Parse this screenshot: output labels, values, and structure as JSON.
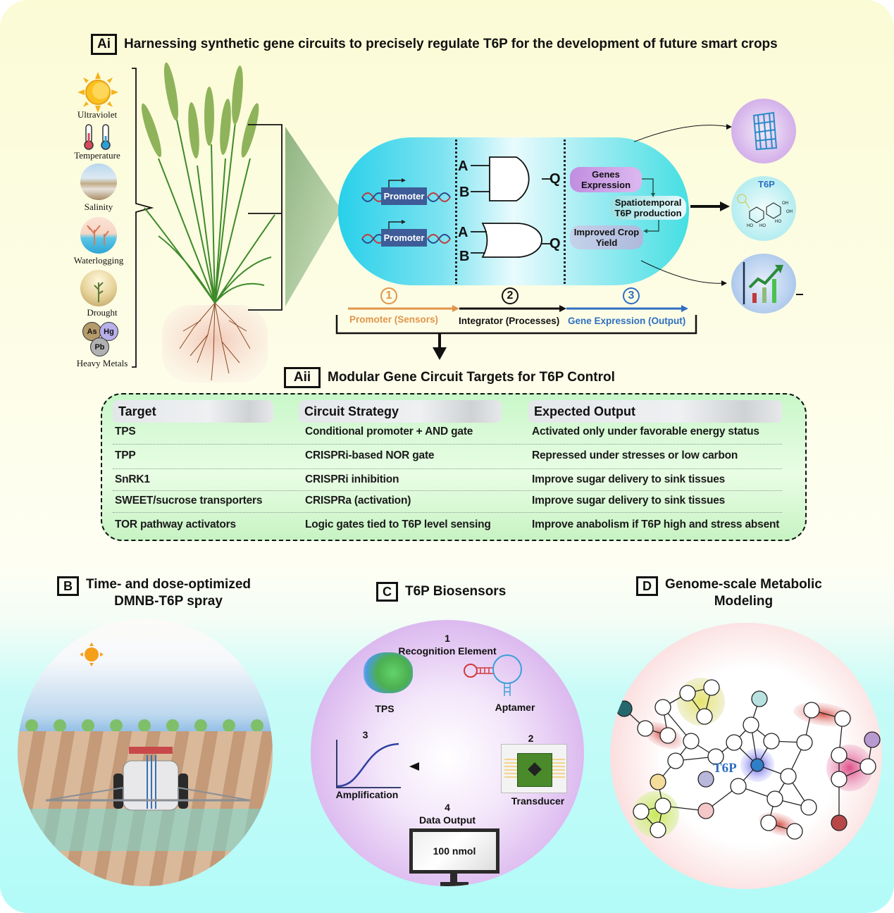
{
  "panel_ai": {
    "label": "Ai",
    "title": "Harnessing synthetic gene circuits to precisely regulate T6P for the development of future smart crops",
    "stresses": [
      {
        "label": "Ultraviolet",
        "icon": "sun-icon"
      },
      {
        "label": "Temperature",
        "icon": "thermometer-icon"
      },
      {
        "label": "Salinity",
        "icon": "salinity-landscape-icon"
      },
      {
        "label": "Waterlogging",
        "icon": "waterlogging-icon"
      },
      {
        "label": "Drought",
        "icon": "drought-icon"
      },
      {
        "label": "Heavy Metals",
        "icon": "heavy-metals-icon"
      }
    ],
    "metals": [
      "As",
      "Hg",
      "Pb"
    ],
    "circuit": {
      "promoter_label": "Promoter",
      "gate_inputs": [
        "A",
        "B"
      ],
      "gate_output": "Q",
      "gates": [
        "AND",
        "OR"
      ],
      "flow": [
        "Genes Expression",
        "Spatiotemporal T6P production",
        "Improved Crop Yield"
      ],
      "steps": [
        {
          "num": "1",
          "label": "Promoter (Sensors)",
          "color": "#e0954a"
        },
        {
          "num": "2",
          "label": "Integrator (Processes)",
          "color": "#111111"
        },
        {
          "num": "3",
          "label": "Gene Expression (Output)",
          "color": "#2f6fc0"
        }
      ]
    },
    "outputs": {
      "t6p_label": "T6P",
      "molecule_groups": [
        "HO",
        "OH",
        "OH",
        "OH",
        "HO",
        "HO",
        "HO",
        "HO"
      ]
    }
  },
  "panel_aii": {
    "label": "Aii",
    "title": "Modular Gene Circuit Targets for T6P Control",
    "columns": [
      "Target",
      "Circuit Strategy",
      "Expected Output"
    ],
    "rows": [
      [
        "TPS",
        "Conditional promoter + AND gate",
        "Activated only under favorable energy status"
      ],
      [
        "TPP",
        "CRISPRi-based NOR gate",
        "Repressed under stresses or low carbon"
      ],
      [
        "SnRK1",
        "CRISPRi inhibition",
        "Improve sugar delivery to sink tissues"
      ],
      [
        "SWEET/sucrose transporters",
        "CRISPRa (activation)",
        "Improve sugar delivery to sink tissues"
      ],
      [
        "TOR pathway activators",
        "Logic gates tied to T6P level sensing",
        "Improve anabolism if T6P high and stress absent"
      ]
    ]
  },
  "panel_b": {
    "label": "B",
    "title_line1": "Time- and dose-optimized",
    "title_line2": "DMNB-T6P spray"
  },
  "panel_c": {
    "label": "C",
    "title": "T6P Biosensors",
    "step1_num": "1",
    "step1_label": "Recognition Element",
    "tps_label": "TPS",
    "aptamer_label": "Aptamer",
    "step2_num": "2",
    "step2_label": "Transducer",
    "step3_num": "3",
    "step3_label": "Amplification",
    "step4_num": "4",
    "step4_label": "Data Output",
    "monitor_value": "100 nmol"
  },
  "panel_d": {
    "label": "D",
    "title_line1": "Genome-scale Metabolic",
    "title_line2": "Modeling",
    "center_label": "T6P"
  },
  "colors": {
    "circuit_pill": "#3fd3e6",
    "sensor_orange": "#e0954a",
    "output_blue": "#2f6fc0",
    "table_bg": "#d9fbd9",
    "panel_c_purple": "#cfa3ea",
    "panel_d_pink": "#f3a9a9"
  }
}
